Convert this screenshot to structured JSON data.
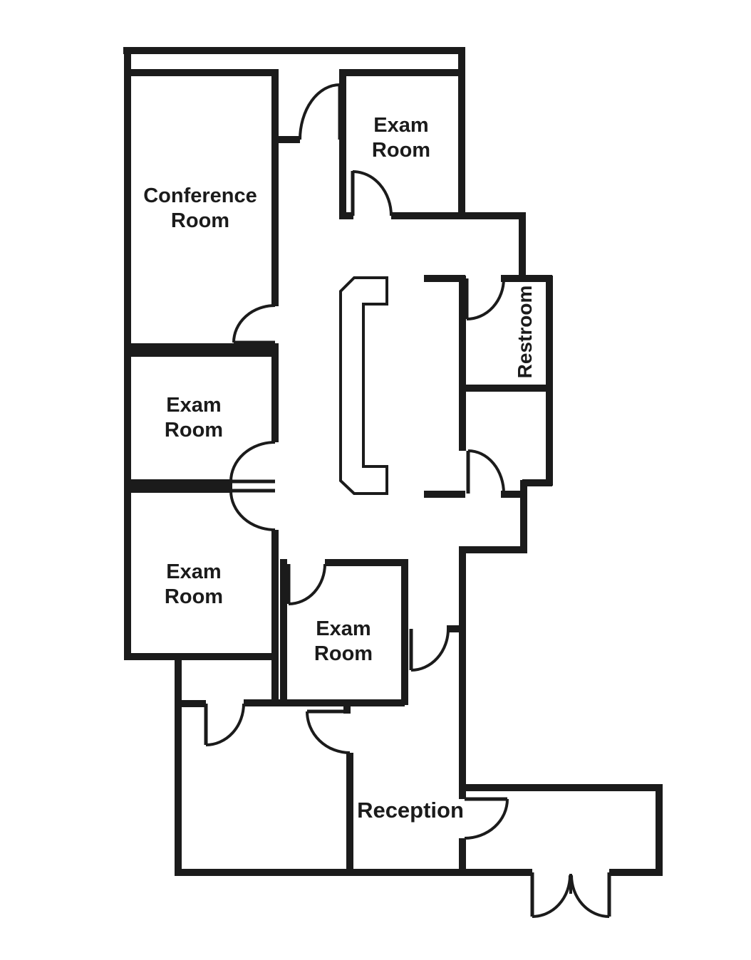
{
  "diagram": {
    "type": "floor-plan",
    "description": "Medical office floor plan with labeled rooms and door swings",
    "rooms": [
      {
        "name": "Conference Room"
      },
      {
        "name": "Exam Room (top)"
      },
      {
        "name": "Restroom"
      },
      {
        "name": "Exam Room (middle left)"
      },
      {
        "name": "Exam Room (bottom left)"
      },
      {
        "name": "Exam Room (center bottom)"
      },
      {
        "name": "Reception"
      }
    ]
  },
  "labels": {
    "conference_line1": "Conference",
    "conference_line2": "Room",
    "exam_top_line1": "Exam",
    "exam_top_line2": "Room",
    "restroom": "Restroom",
    "exam_mid_line1": "Exam",
    "exam_mid_line2": "Room",
    "exam_bottom_left_line1": "Exam",
    "exam_bottom_left_line2": "Room",
    "exam_center_line1": "Exam",
    "exam_center_line2": "Room",
    "reception": "Reception"
  },
  "colors": {
    "wall": "#1b1b1b",
    "text": "#1b1b1b",
    "background": "#ffffff"
  }
}
